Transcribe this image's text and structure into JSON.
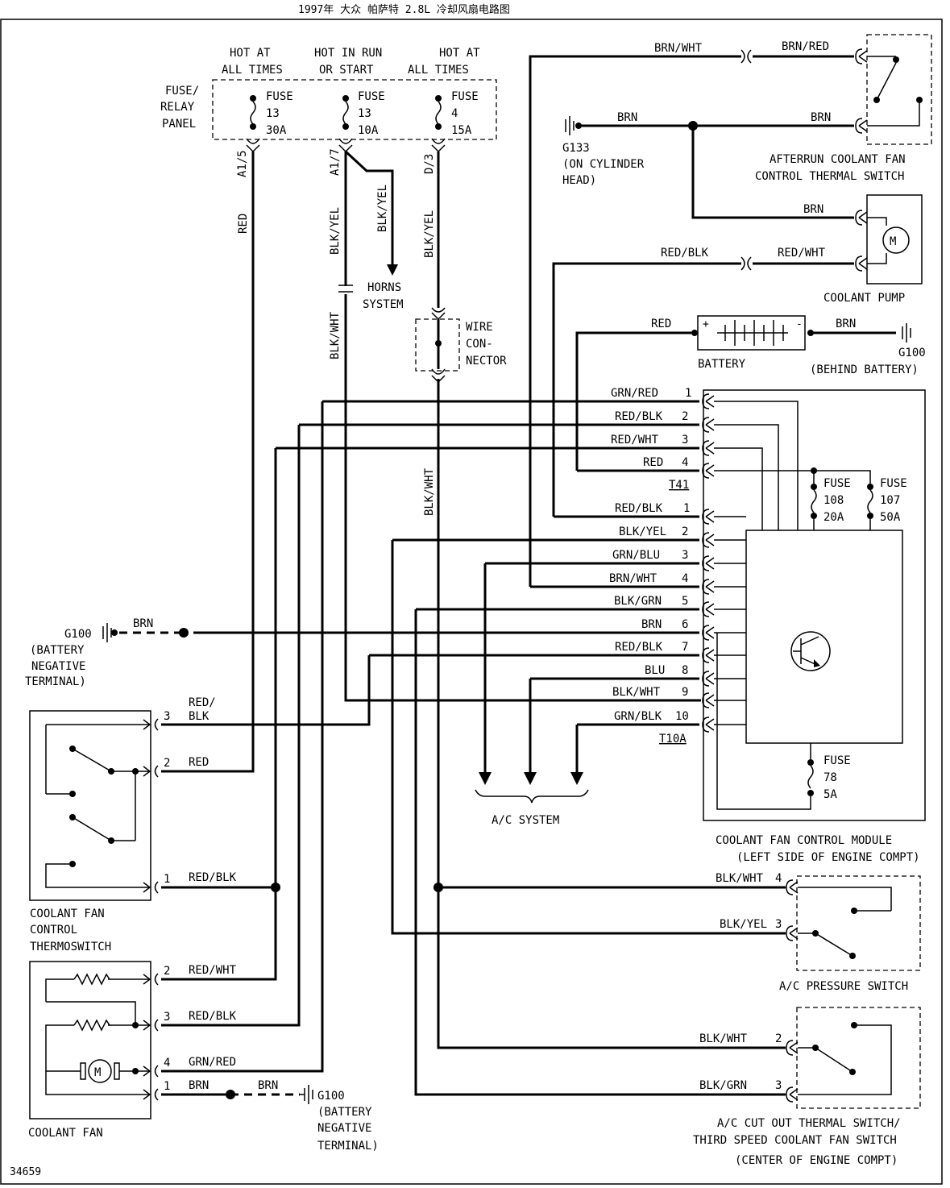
{
  "title": "1997年 大众 帕萨特 2.8L 冷却风扇电路图",
  "figure_number": "34659",
  "fuse_panel": {
    "label": [
      "FUSE/",
      "RELAY",
      "PANEL"
    ],
    "columns": [
      {
        "header": [
          "HOT AT",
          "ALL TIMES"
        ],
        "fuse": [
          "FUSE",
          "13",
          "30A"
        ],
        "pin": "A1/5",
        "wire": "RED"
      },
      {
        "header": [
          "HOT IN RUN",
          "OR START"
        ],
        "fuse": [
          "FUSE",
          "13",
          "10A"
        ],
        "pin": "A1/7",
        "wire": "BLK/YEL",
        "branch_wire": "BLK/YEL"
      },
      {
        "header": [
          "HOT AT",
          "ALL TIMES"
        ],
        "fuse": [
          "FUSE",
          "4",
          "15A"
        ],
        "pin": "D/3",
        "wire": "BLK/YEL"
      }
    ]
  },
  "horns": [
    "HORNS",
    "SYSTEM"
  ],
  "blk_wht_upper": "BLK/WHT",
  "blk_wht_mid": "BLK/WHT",
  "wire_connector": [
    "WIRE",
    "CON-",
    "NECTOR"
  ],
  "afterrun_switch": {
    "wires": [
      "BRN/WHT",
      "BRN/RED",
      "BRN",
      "BRN"
    ],
    "label": [
      "AFTERRUN COOLANT FAN",
      "CONTROL THERMAL SWITCH"
    ]
  },
  "g133": [
    "G133",
    "(ON CYLINDER",
    "HEAD)"
  ],
  "coolant_pump": {
    "wires": [
      "BRN",
      "RED/BLK",
      "RED/WHT"
    ],
    "label": "COOLANT PUMP"
  },
  "battery": {
    "wires": [
      "RED",
      "BRN"
    ],
    "label": "BATTERY",
    "ground": [
      "G100",
      "(BEHIND BATTERY)"
    ]
  },
  "t41": {
    "name": "T41",
    "pins": [
      {
        "wire": "GRN/RED",
        "num": "1"
      },
      {
        "wire": "RED/BLK",
        "num": "2"
      },
      {
        "wire": "RED/WHT",
        "num": "3"
      },
      {
        "wire": "RED",
        "num": "4"
      }
    ]
  },
  "t10a": {
    "name": "T10A",
    "pins": [
      {
        "wire": "RED/BLK",
        "num": "1"
      },
      {
        "wire": "BLK/YEL",
        "num": "2"
      },
      {
        "wire": "GRN/BLU",
        "num": "3"
      },
      {
        "wire": "BRN/WHT",
        "num": "4"
      },
      {
        "wire": "BLK/GRN",
        "num": "5"
      },
      {
        "wire": "BRN",
        "num": "6"
      },
      {
        "wire": "RED/BLK",
        "num": "7"
      },
      {
        "wire": "BLU",
        "num": "8"
      },
      {
        "wire": "BLK/WHT",
        "num": "9"
      },
      {
        "wire": "GRN/BLK",
        "num": "10"
      }
    ]
  },
  "module_fuses": [
    [
      "FUSE",
      "108",
      "20A"
    ],
    [
      "FUSE",
      "107",
      "50A"
    ],
    [
      "FUSE",
      "78",
      "5A"
    ]
  ],
  "module_label": [
    "COOLANT FAN CONTROL MODULE",
    "(LEFT SIDE OF ENGINE COMPT)"
  ],
  "ac_system": "A/C SYSTEM",
  "g100_left": {
    "wire": "BRN",
    "label": [
      "G100",
      "(BATTERY",
      "NEGATIVE",
      "TERMINAL)"
    ]
  },
  "thermoswitch": {
    "pins": [
      {
        "num": "3",
        "wire": [
          "RED/",
          "BLK"
        ]
      },
      {
        "num": "2",
        "wire": [
          "RED"
        ]
      },
      {
        "num": "1",
        "wire": [
          "RED/BLK"
        ]
      }
    ],
    "label": [
      "COOLANT FAN",
      "CONTROL",
      "THERMOSWITCH"
    ]
  },
  "coolant_fan": {
    "pins": [
      {
        "num": "2",
        "wire": "RED/WHT"
      },
      {
        "num": "3",
        "wire": "RED/BLK"
      },
      {
        "num": "4",
        "wire": "GRN/RED"
      },
      {
        "num": "1",
        "wire": "BRN"
      }
    ],
    "ground_wire": "BRN",
    "ground": [
      "G100",
      "(BATTERY",
      "NEGATIVE",
      "TERMINAL)"
    ],
    "label": "COOLANT FAN"
  },
  "ac_pressure": {
    "pins": [
      {
        "wire": "BLK/WHT",
        "num": "4"
      },
      {
        "wire": "BLK/YEL",
        "num": "3"
      }
    ],
    "label": "A/C PRESSURE SWITCH"
  },
  "ac_cutout": {
    "pins": [
      {
        "wire": "BLK/WHT",
        "num": "2"
      },
      {
        "wire": "BLK/GRN",
        "num": "3"
      }
    ],
    "label": [
      "A/C CUT OUT THERMAL SWITCH/",
      "THIRD SPEED COOLANT FAN SWITCH",
      "(CENTER OF ENGINE COMPT)"
    ]
  },
  "motor_symbol": "M"
}
